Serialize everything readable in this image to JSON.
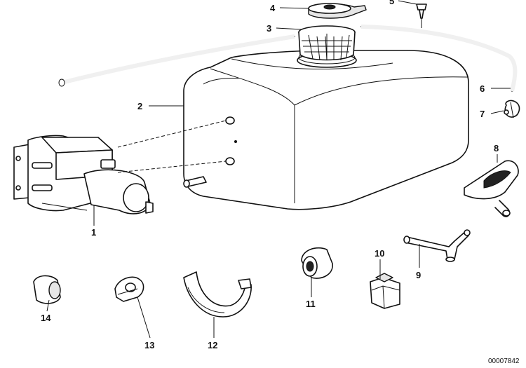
{
  "callouts": {
    "c1": "1",
    "c2": "2",
    "c3": "3",
    "c4": "4",
    "c5": "5",
    "c6": "6",
    "c7": "7",
    "c8": "8",
    "c9": "9",
    "c10": "10",
    "c11": "11",
    "c12": "12",
    "c13": "13",
    "c14": "14"
  },
  "catalog_number": "00007842"
}
